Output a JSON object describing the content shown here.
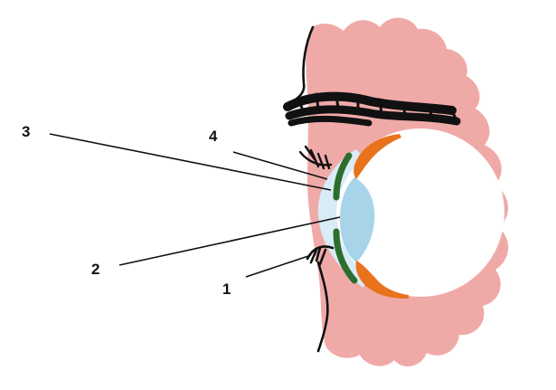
{
  "labels": {
    "one": "1",
    "two": "2",
    "three": "3",
    "four": "4"
  },
  "colors": {
    "skin": "#efaaa8",
    "cornea": "#d8ecf7",
    "lens": "#a8d4ea",
    "iris_green": "#2c6e2d",
    "ciliary_orange": "#e8731c",
    "lashes": "#111111",
    "background": "#ffffff"
  }
}
